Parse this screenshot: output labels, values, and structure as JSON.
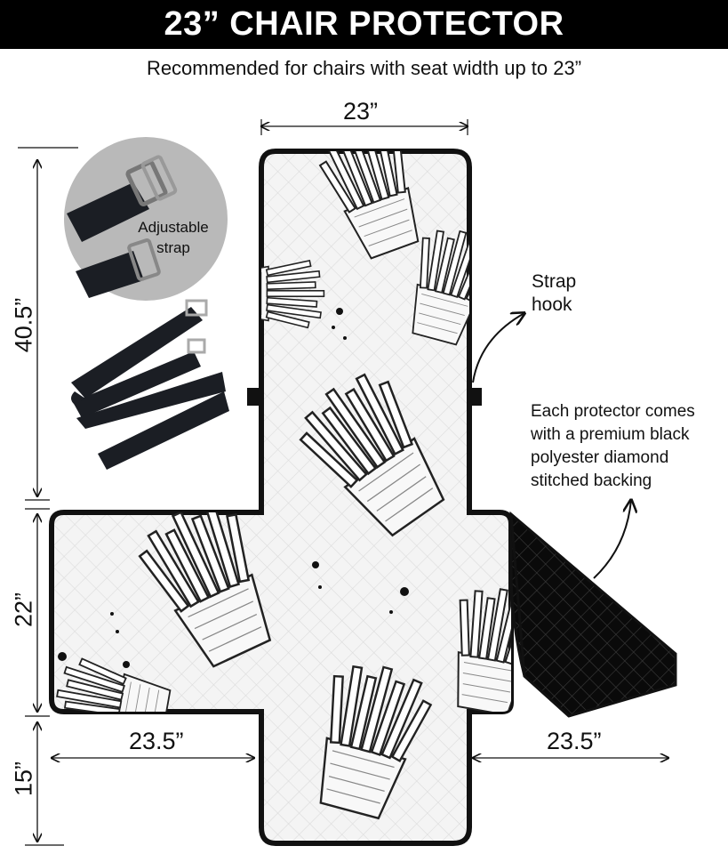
{
  "header": {
    "title": "23” CHAIR PROTECTOR",
    "subtitle": "Recommended for chairs with seat width up to 23”"
  },
  "dimensions": {
    "seat_width": "23”",
    "back_height": "40.5”",
    "seat_depth": "22”",
    "front_flap": "15”",
    "left_arm": "23.5”",
    "right_arm": "23.5”"
  },
  "callouts": {
    "adjustable_strap": [
      "Adjustable",
      "strap"
    ],
    "strap_hook": [
      "Strap",
      "hook"
    ],
    "backing_note": [
      "Each protector comes",
      "with a premium black",
      "polyester diamond",
      "stitched backing"
    ]
  },
  "colors": {
    "background": "#ffffff",
    "banner": "#000000",
    "outline": "#111111",
    "quilt_fill": "#f3f3f3",
    "backing": "#0a0a0a",
    "strap": "#1b1e24",
    "circle_bg": "#b9b9b9"
  },
  "icons": {
    "strap_buckle": "strap-buckle-icon",
    "fries": "french-fries-pattern"
  }
}
